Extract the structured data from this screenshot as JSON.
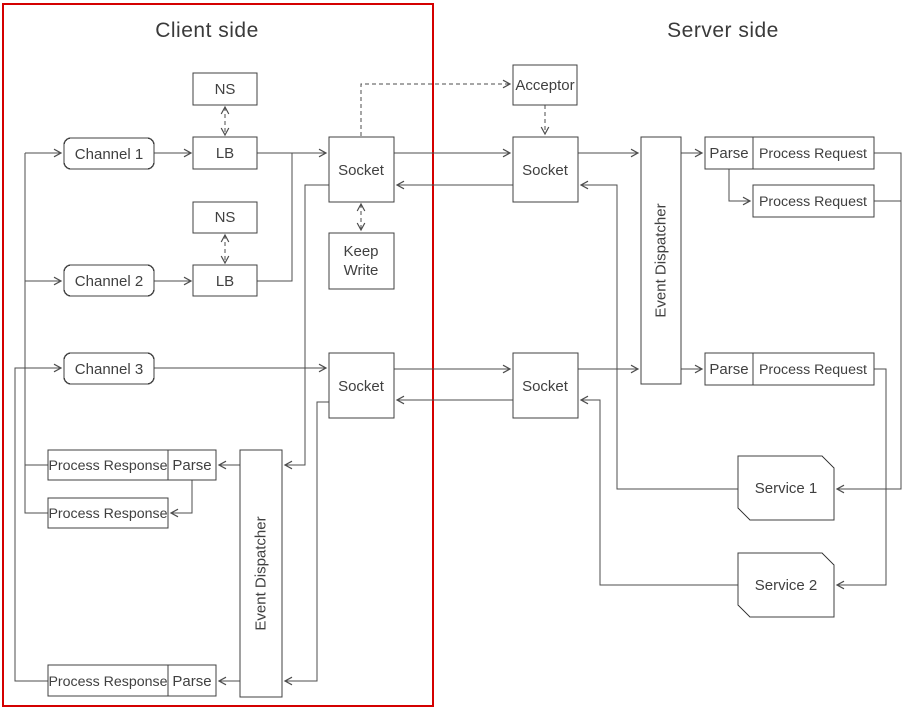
{
  "diagram": {
    "client": {
      "title": "Client side",
      "nodes": {
        "channel1": "Channel 1",
        "channel2": "Channel 2",
        "channel3": "Channel 3",
        "ns1": "NS",
        "ns2": "NS",
        "lb1": "LB",
        "lb2": "LB",
        "socket1": "Socket",
        "socket2": "Socket",
        "keep_write": {
          "line1": "Keep",
          "line2": "Write"
        },
        "event_dispatcher": "Event Dispatcher",
        "parse_top": "Parse",
        "parse_bottom": "Parse",
        "process_response1": "Process Response",
        "process_response2": "Process Response",
        "process_response3": "Process Response"
      }
    },
    "server": {
      "title": "Server side",
      "nodes": {
        "acceptor": "Acceptor",
        "socket1": "Socket",
        "socket2": "Socket",
        "event_dispatcher": "Event Dispatcher",
        "parse_top": "Parse",
        "parse_bottom": "Parse",
        "process_request1": "Process Request",
        "process_request2": "Process Request",
        "process_request3": "Process Request",
        "service1": "Service 1",
        "service2": "Service 2"
      }
    },
    "colors": {
      "client_boundary": "#d40000",
      "connector": "#4d4d4d",
      "node_border": "#404040",
      "text": "#404040"
    }
  }
}
